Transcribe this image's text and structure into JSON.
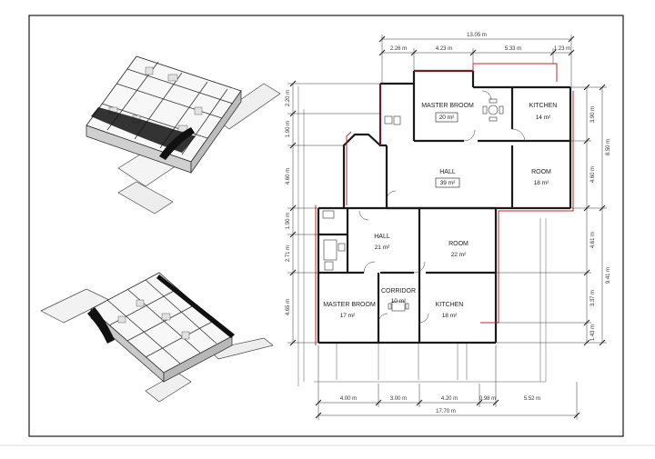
{
  "plan": {
    "top_overall_dim": "13.05 m",
    "top_dims": [
      "2.26 m",
      "4.23 m",
      "5.33 m",
      "1.23 m"
    ],
    "bottom_dims": [
      "4.00 m",
      "3.00 m",
      "4.20 m",
      "0.98 m",
      "5.52 m"
    ],
    "bottom_overall_dim": "17.70 m",
    "left_dims": [
      "2.20 m",
      "1.90 m",
      "4.60 m",
      "1.90 m",
      "2.71 m",
      "4.65 m"
    ],
    "right_dims": [
      "3.90 m",
      "4.60 m",
      "4.61 m",
      "3.37 m",
      "1.43 m"
    ],
    "right_overall_dims": [
      "8.50 m",
      "9.41 m"
    ],
    "rooms": {
      "master_broom_upper": {
        "name": "MASTER BROOM",
        "area": "20 m²"
      },
      "kitchen_upper": {
        "name": "KITCHEN",
        "area": "14 m²"
      },
      "hall_upper": {
        "name": "HALL",
        "area": "39 m²"
      },
      "room_right": {
        "name": "ROOM",
        "area": "18 m²"
      },
      "hall_lower": {
        "name": "HALL",
        "area": "21 m²"
      },
      "room_center": {
        "name": "ROOM",
        "area": "22 m²"
      },
      "corridor": {
        "name": "CORRIDOR",
        "area": "10 m²"
      },
      "master_broom_lower": {
        "name": "MASTER BROOM",
        "area": "17 m²"
      },
      "kitchen_lower": {
        "name": "KITCHEN",
        "area": "18 m²"
      }
    }
  },
  "colors": {
    "line": "#1a1a1a",
    "accent_red": "#c0282d",
    "wall_fill": "#f2f2f2",
    "roof_dark": "#111111"
  }
}
